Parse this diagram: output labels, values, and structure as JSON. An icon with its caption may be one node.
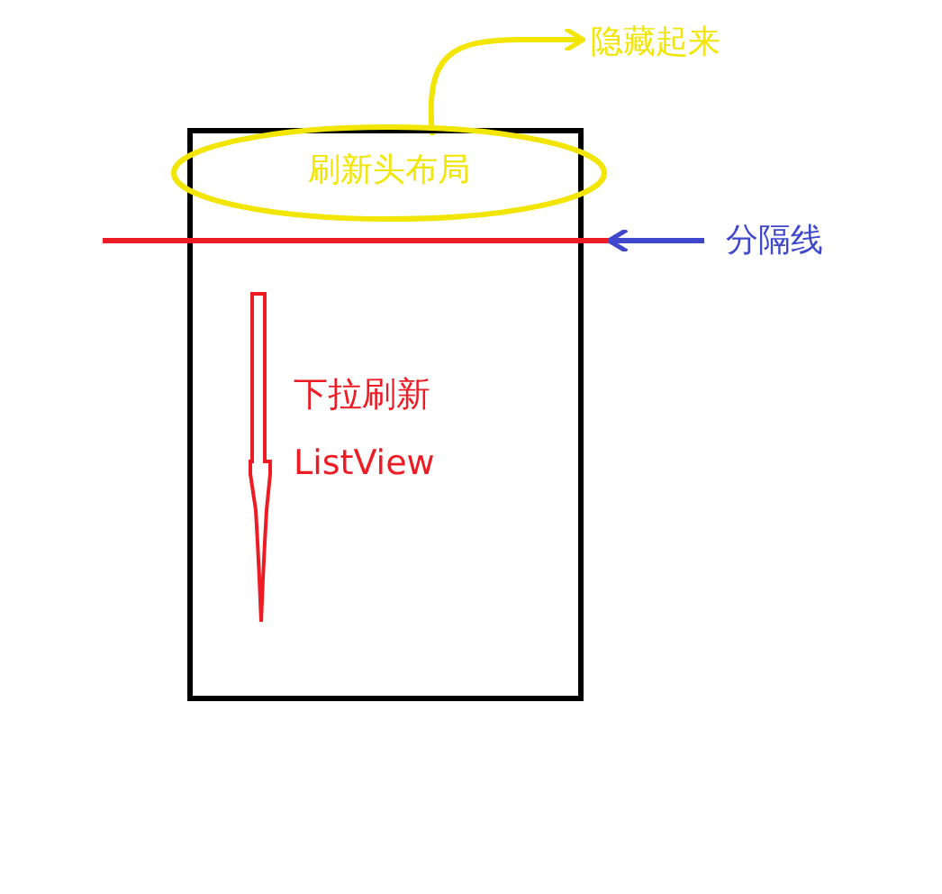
{
  "diagram": {
    "nodes": [
      {
        "text": [
          "下拉刷新",
          "ListView"
        ]
      },
      {
        "text": [
          "刷新头布局"
        ]
      },
      {
        "text": [
          "隐藏起来"
        ]
      },
      {
        "text": [],
        "shape": "line"
      },
      {
        "text": [
          "分隔线"
        ]
      }
    ],
    "edges": [
      {
        "from": 1,
        "to": 2,
        "arrow": "to",
        "color": "#f2e500"
      },
      {
        "from": 4,
        "to": 3,
        "arrow": "to",
        "color": "#3f48cc"
      }
    ]
  }
}
